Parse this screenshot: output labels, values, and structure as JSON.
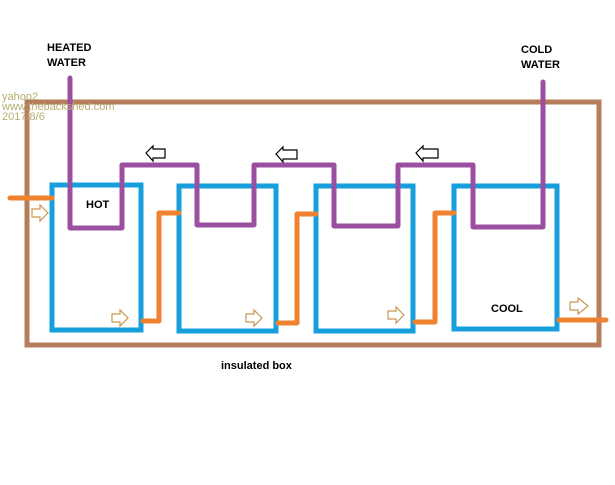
{
  "title": "Heat exchanger tanks in insulated box",
  "labels": {
    "heated_water_line1": "HEATED",
    "heated_water_line2": "WATER",
    "cold_water_line1": "COLD",
    "cold_water_line2": "WATER",
    "hot": "HOT",
    "cool": "COOL",
    "insulated_box": "insulated box"
  },
  "watermark": {
    "line1": "yahoo2",
    "line2": "www.thebackshed.com",
    "line3": "2017/8/6"
  },
  "tanks": [
    {
      "id": "tank-1",
      "label": "HOT"
    },
    {
      "id": "tank-2",
      "label": ""
    },
    {
      "id": "tank-3",
      "label": ""
    },
    {
      "id": "tank-4",
      "label": "COOL"
    }
  ],
  "colors": {
    "box": "#b57d5c",
    "tank": "#169fdc",
    "water_pipe": "#9b4fa0",
    "flow_pipe": "#f0822f",
    "flow_arrow": "#c9974f",
    "water_arrow": "#000000"
  },
  "flow": {
    "water_direction": "right-to-left",
    "fluid_direction": "left-to-right"
  }
}
